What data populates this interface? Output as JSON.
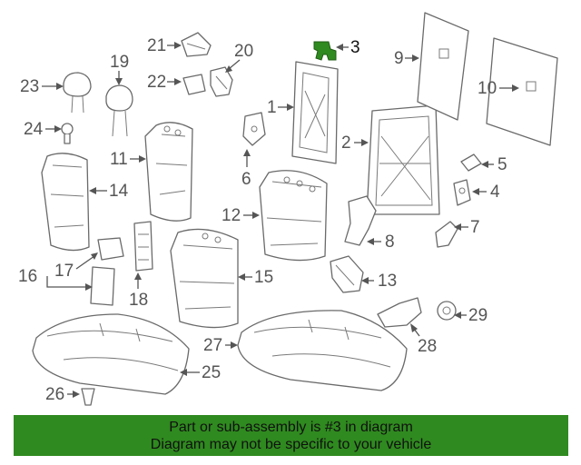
{
  "diagram": {
    "highlighted_part": "3",
    "highlight_color": "#2f8a1f",
    "callouts": {
      "c1": "1",
      "c2": "2",
      "c3": "3",
      "c4": "4",
      "c5": "5",
      "c6": "6",
      "c7": "7",
      "c8": "8",
      "c9": "9",
      "c10": "10",
      "c11": "11",
      "c12": "12",
      "c13": "13",
      "c14": "14",
      "c15": "15",
      "c16": "16",
      "c17": "17",
      "c18": "18",
      "c19": "19",
      "c20": "20",
      "c21": "21",
      "c22": "22",
      "c23": "23",
      "c24": "24",
      "c25": "25",
      "c26": "26",
      "c27": "27",
      "c28": "28",
      "c29": "29"
    }
  },
  "banner": {
    "line1": "Part or sub-assembly is #3 in diagram",
    "line2": "Diagram may not be specific to your vehicle",
    "background": "#2f8a1f"
  }
}
